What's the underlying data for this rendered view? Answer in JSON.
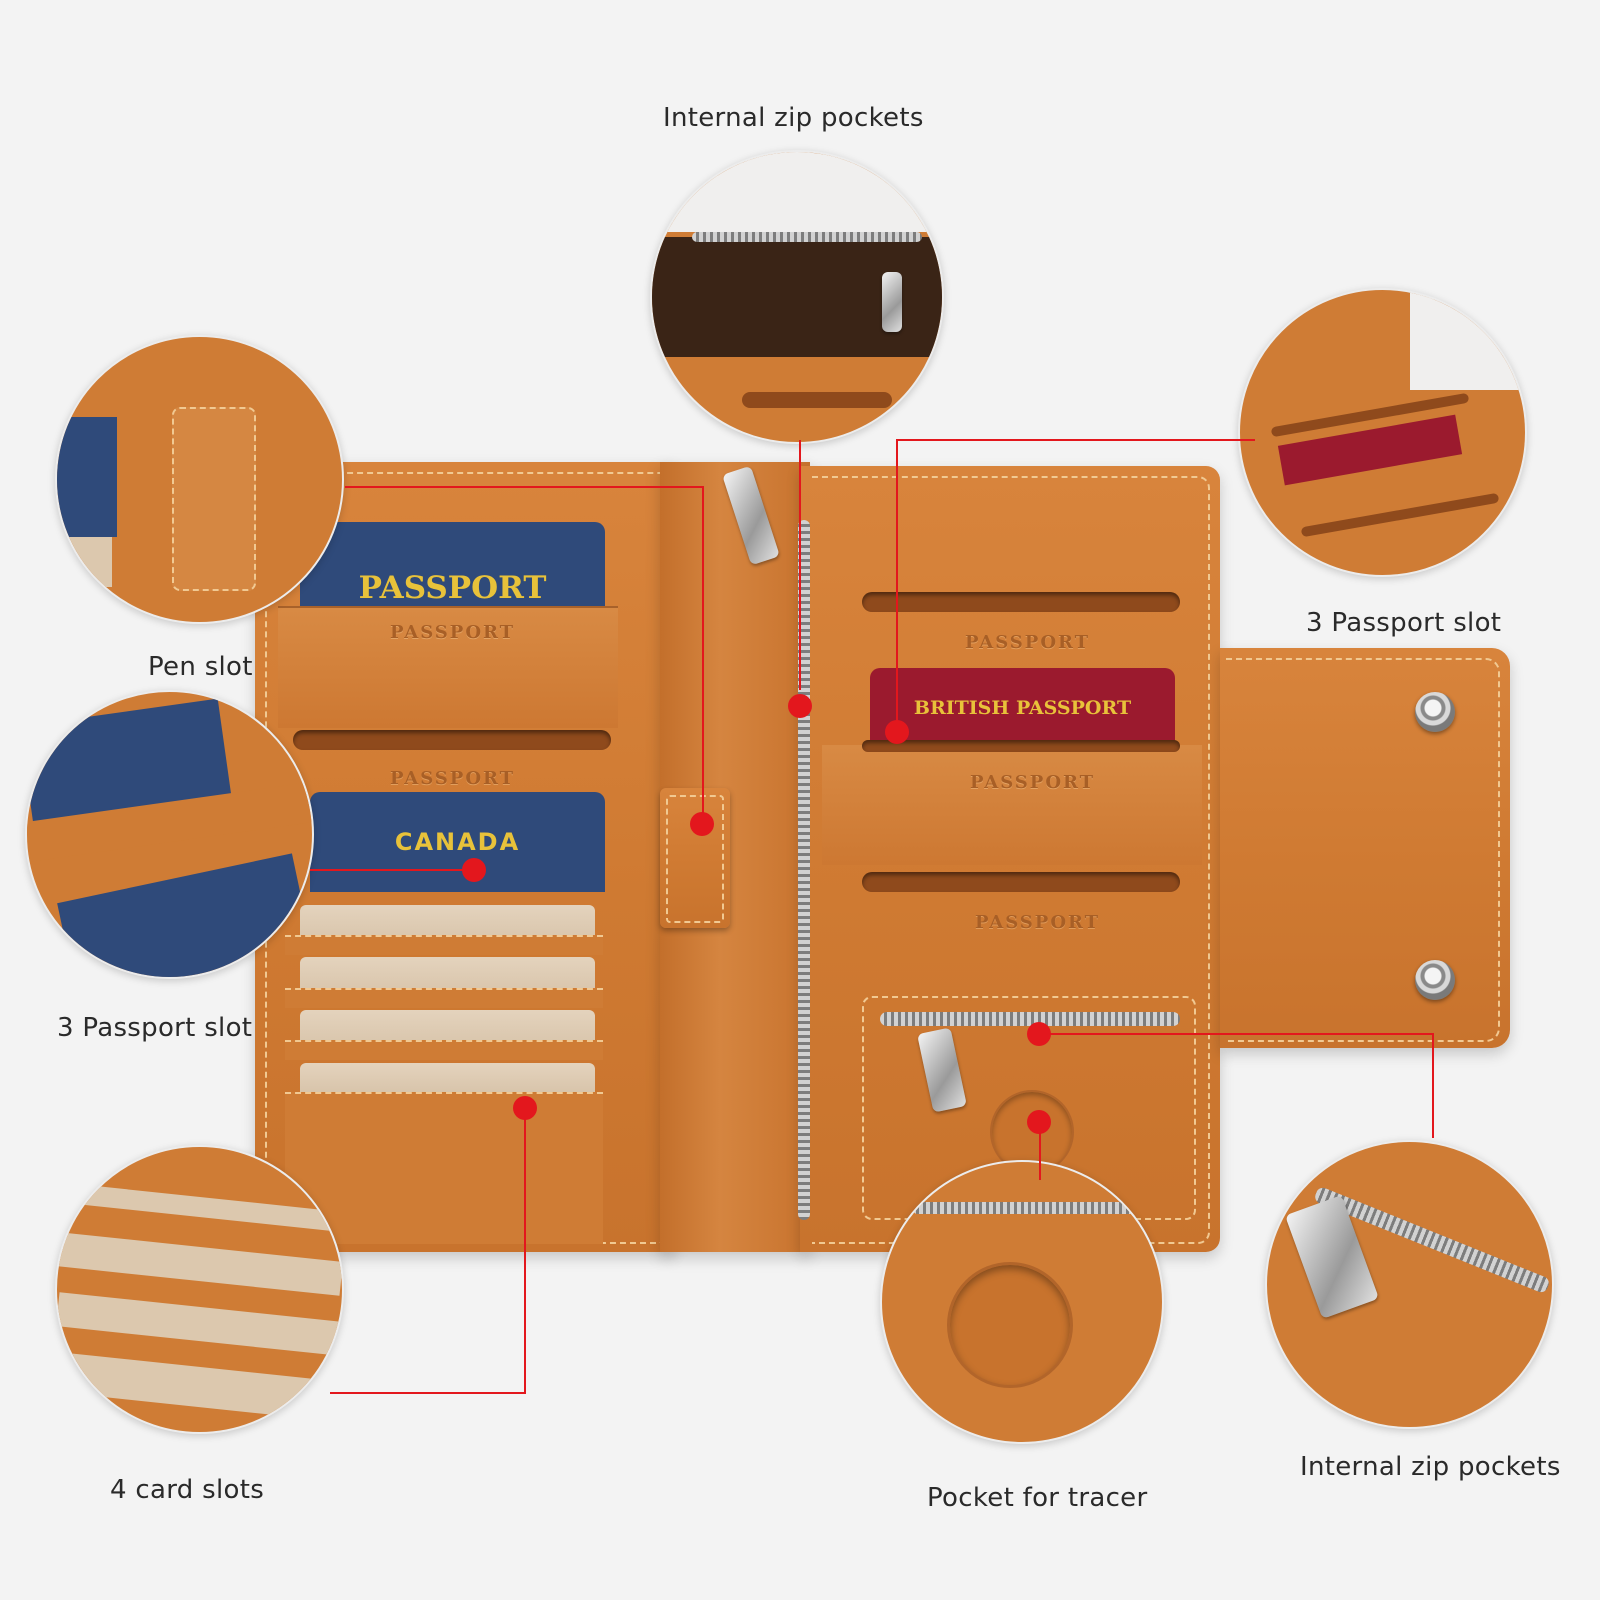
{
  "callouts": {
    "top_zip": "Internal zip pockets",
    "pen_slot": "Pen slot",
    "left_passport": "3 Passport slot",
    "card_slots": "4 card slots",
    "right_passport": "3 Passport slot",
    "tracer": "Pocket for tracer",
    "bottom_zip": "Internal zip pockets"
  },
  "passports": {
    "blue_top": "PASSPORT",
    "canada": "CANADA",
    "british": "BRITISH PASSPORT"
  },
  "emboss": {
    "slot_label": "PASSPORT"
  },
  "colors": {
    "leather": "#cf7c35",
    "stitch": "#f1c992",
    "navy_passport": "#2f4a7a",
    "red_passport": "#9b1a2e",
    "gold_text": "#e8c23a",
    "marker": "#e3171d"
  }
}
